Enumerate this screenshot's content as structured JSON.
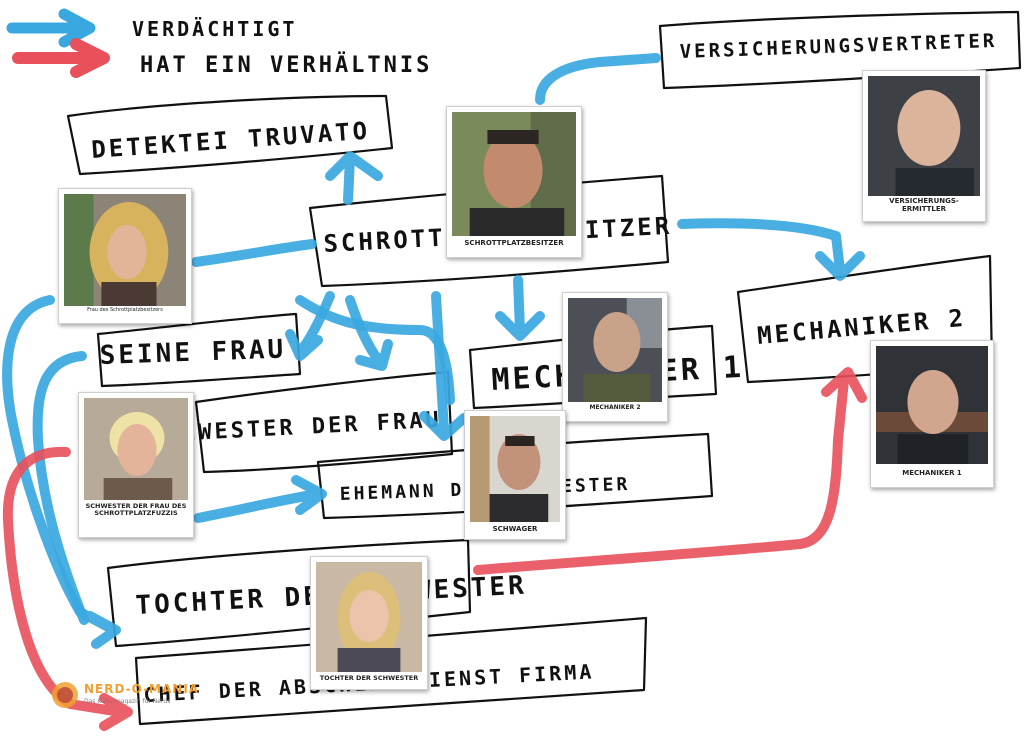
{
  "legend": {
    "suspect_label": "VERDÄCHTIGT",
    "affair_label": "HAT EIN VERHÄLTNIS",
    "suspect_color": "#3aa8e0",
    "affair_color": "#e8505b"
  },
  "boxes": {
    "detective": "DETEKTEI TRUVATO",
    "scrapyard_owner": "SCHROTTPLATZBESITZER",
    "insurance_agent": "VERSICHERUNGSVERTRETER",
    "mechanic1": "MECHANIKER 1",
    "mechanic2": "MECHANIKER 2",
    "wife": "SEINE FRAU",
    "wife_sister": "SCHWESTER DER FRAU",
    "husband": "EHEMANN DER SCHWESTER",
    "daughter": "TOCHTER DER SCHWESTER",
    "firm": "CHEF DER ABSCHLEPPDIENST FIRMA"
  },
  "photos": {
    "wife": "Frau des Schrottplatzbesitzers",
    "scrapyard_owner": "SCHROTTPLATZBESITZER",
    "insurance_agent": "VERSICHERUNGS-ERMITTLER",
    "mechanic2": "MECHANIKER 2",
    "mechanic1": "MECHANIKER 1",
    "wife_sister": "SCHWESTER DER FRAU DES SCHROTTPLATZFUZZIS",
    "brother_in_law": "SCHWAGER",
    "daughter": "TOCHTER DER SCHWESTER"
  },
  "watermark": {
    "title": "NERD-O-MANIA",
    "subtitle": "Das Kulturmagazin für Nerds"
  }
}
